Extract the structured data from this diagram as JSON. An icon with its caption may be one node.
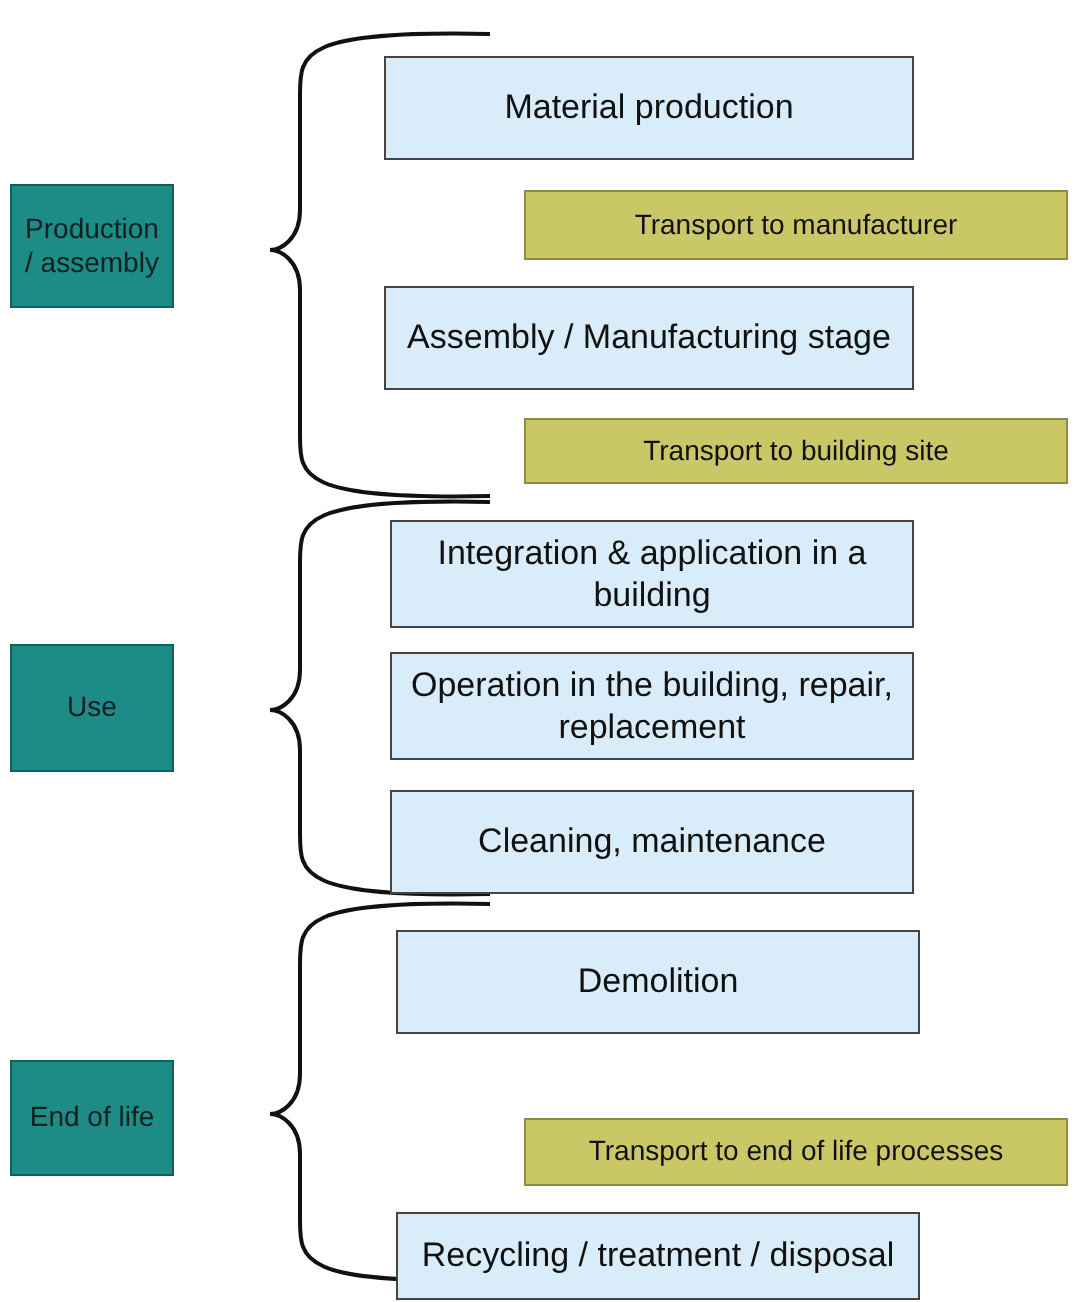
{
  "diagram": {
    "nodes": [
      {
        "text": [
          "Production / assembly"
        ]
      },
      {
        "text": [
          "Use"
        ]
      },
      {
        "text": [
          "End of life"
        ]
      },
      {
        "text": [
          "Material production"
        ]
      },
      {
        "text": [
          "Transport to manufacturer"
        ]
      },
      {
        "text": [
          "Assembly / Manufacturing stage"
        ]
      },
      {
        "text": [
          "Transport to building site"
        ]
      },
      {
        "text": [
          "Integration & application in a building"
        ]
      },
      {
        "text": [
          "Operation in the building, repair, replacement"
        ]
      },
      {
        "text": [
          "Cleaning, maintenance"
        ]
      },
      {
        "text": [
          "Demolition"
        ]
      },
      {
        "text": [
          "Transport to end of life processes"
        ]
      },
      {
        "text": [
          "Recycling / treatment / disposal"
        ]
      }
    ],
    "edges": []
  }
}
